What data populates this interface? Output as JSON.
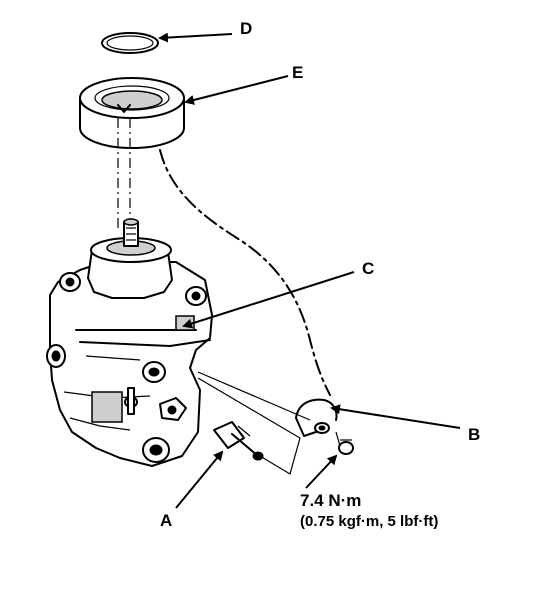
{
  "callouts": {
    "a": "A",
    "b": "B",
    "c": "C",
    "d": "D",
    "e": "E"
  },
  "torque": {
    "value": "7.4 N·m",
    "conversion": "(0.75 kgf·m, 5 lbf·ft)"
  },
  "colors": {
    "ink": "#000000",
    "background": "#ffffff",
    "shading": "#cfcfcf"
  }
}
